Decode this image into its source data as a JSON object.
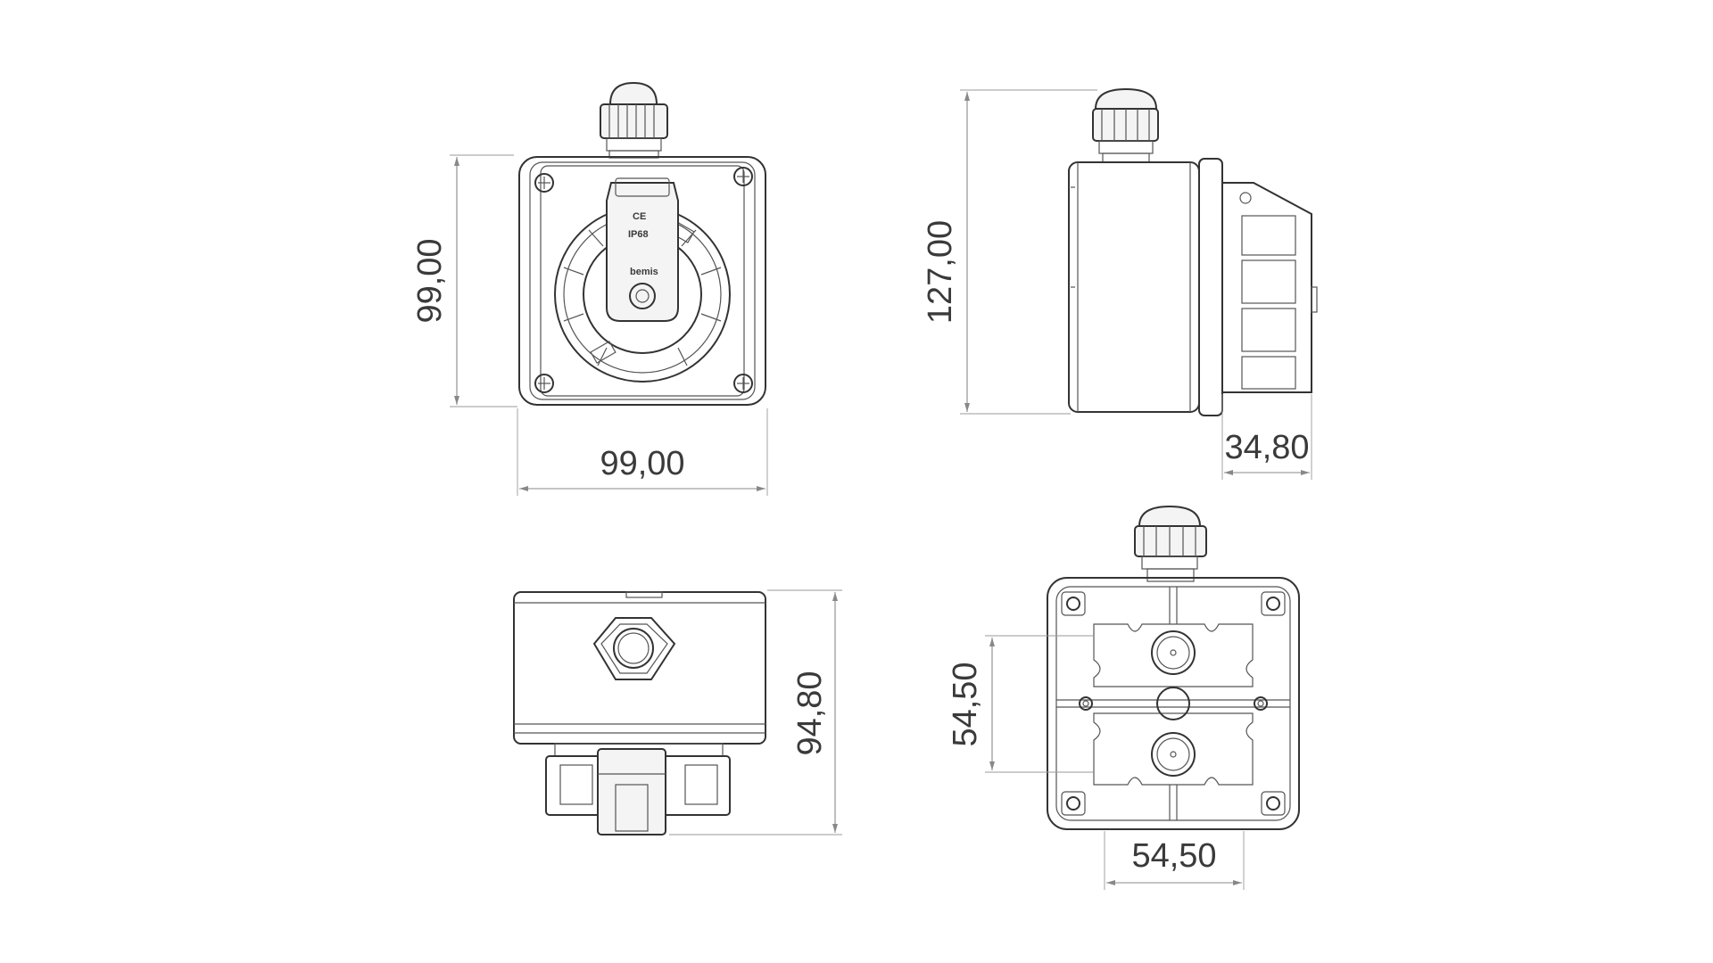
{
  "dimensions": {
    "front_height": "99,00",
    "front_width": "99,00",
    "side_height": "127,00",
    "side_depth": "34,80",
    "bottom_height": "94,80",
    "rear_vertical_spacing": "54,50",
    "rear_horizontal_spacing": "54,50"
  },
  "front_label": {
    "ce_mark": "CE",
    "ip_rating": "IP68",
    "brand": "bemis"
  },
  "colors": {
    "line": "#333333",
    "dimension": "#888888",
    "text": "#3a3a3a"
  }
}
